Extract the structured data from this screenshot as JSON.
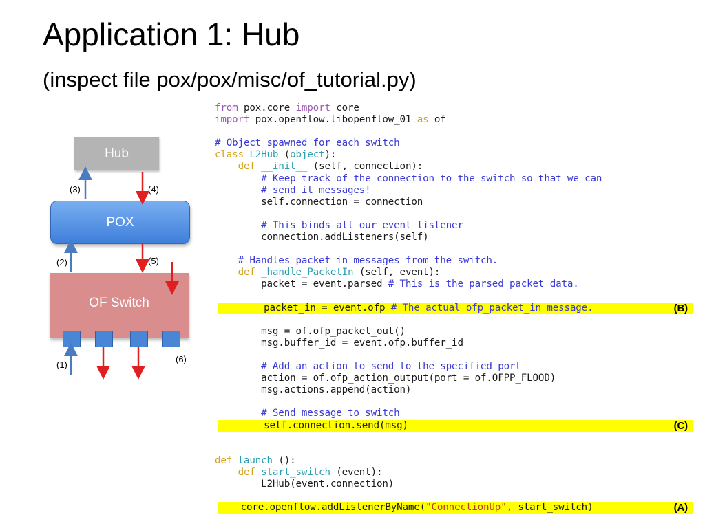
{
  "title": "Application 1: Hub",
  "subtitle": "(inspect file pox/pox/misc/of_tutorial.py)",
  "diagram": {
    "hub_label": "Hub",
    "pox_label": "POX",
    "switch_label": "OF Switch",
    "labels": {
      "l1": "(1)",
      "l2": "(2)",
      "l3": "(3)",
      "l4": "(4)",
      "l5": "(5)",
      "l6": "(6)"
    },
    "colors": {
      "up_arrow": "#4a7cc0",
      "down_arrow": "#e02020"
    }
  },
  "code": {
    "l01a": "from",
    "l01b": " pox.core ",
    "l01c": "import",
    "l01d": " core",
    "l02a": "import",
    "l02b": " pox.openflow.libopenflow_01 ",
    "l02c": "as",
    "l02d": " of",
    "l04": "# Object spawned for each switch",
    "l05a": "class",
    "l05b": " L2Hub",
    "l05c": " (",
    "l05d": "object",
    "l05e": "):",
    "l06a": "    def",
    "l06b": " __init__",
    "l06c": " (self, connection):",
    "l07": "        # Keep track of the connection to the switch so that we can",
    "l08": "        # send it messages!",
    "l09": "        self.connection = connection",
    "l11": "        # This binds all our event listener",
    "l12": "        connection.addListeners(self)",
    "l14": "    # Handles packet in messages from the switch.",
    "l15a": "    def",
    "l15b": " _handle_PacketIn",
    "l15c": " (self, event):",
    "l16a": "        packet = event.parsed ",
    "l16b": "# This is the parsed packet data.",
    "l18a": "        packet_in = event.ofp ",
    "l18b": "# The actual ofp_packet_in message.",
    "l20": "        msg = of.ofp_packet_out()",
    "l21": "        msg.buffer_id = event.ofp.buffer_id",
    "l23": "        # Add an action to send to the specified port",
    "l24": "        action = of.ofp_action_output(port = of.OFPP_FLOOD)",
    "l25": "        msg.actions.append(action)",
    "l27": "        # Send message to switch",
    "l28": "        self.connection.send(msg)",
    "l30a": "def",
    "l30b": " launch",
    "l30c": " ():",
    "l31a": "    def",
    "l31b": " start_switch",
    "l31c": " (event):",
    "l32": "        L2Hub(event.connection)",
    "l34a": "    core.openflow.addListenerByName(",
    "l34b": "\"ConnectionUp\"",
    "l34c": ", start_switch)",
    "tag_b": "(B)",
    "tag_c": "(C)",
    "tag_a": "(A)"
  }
}
